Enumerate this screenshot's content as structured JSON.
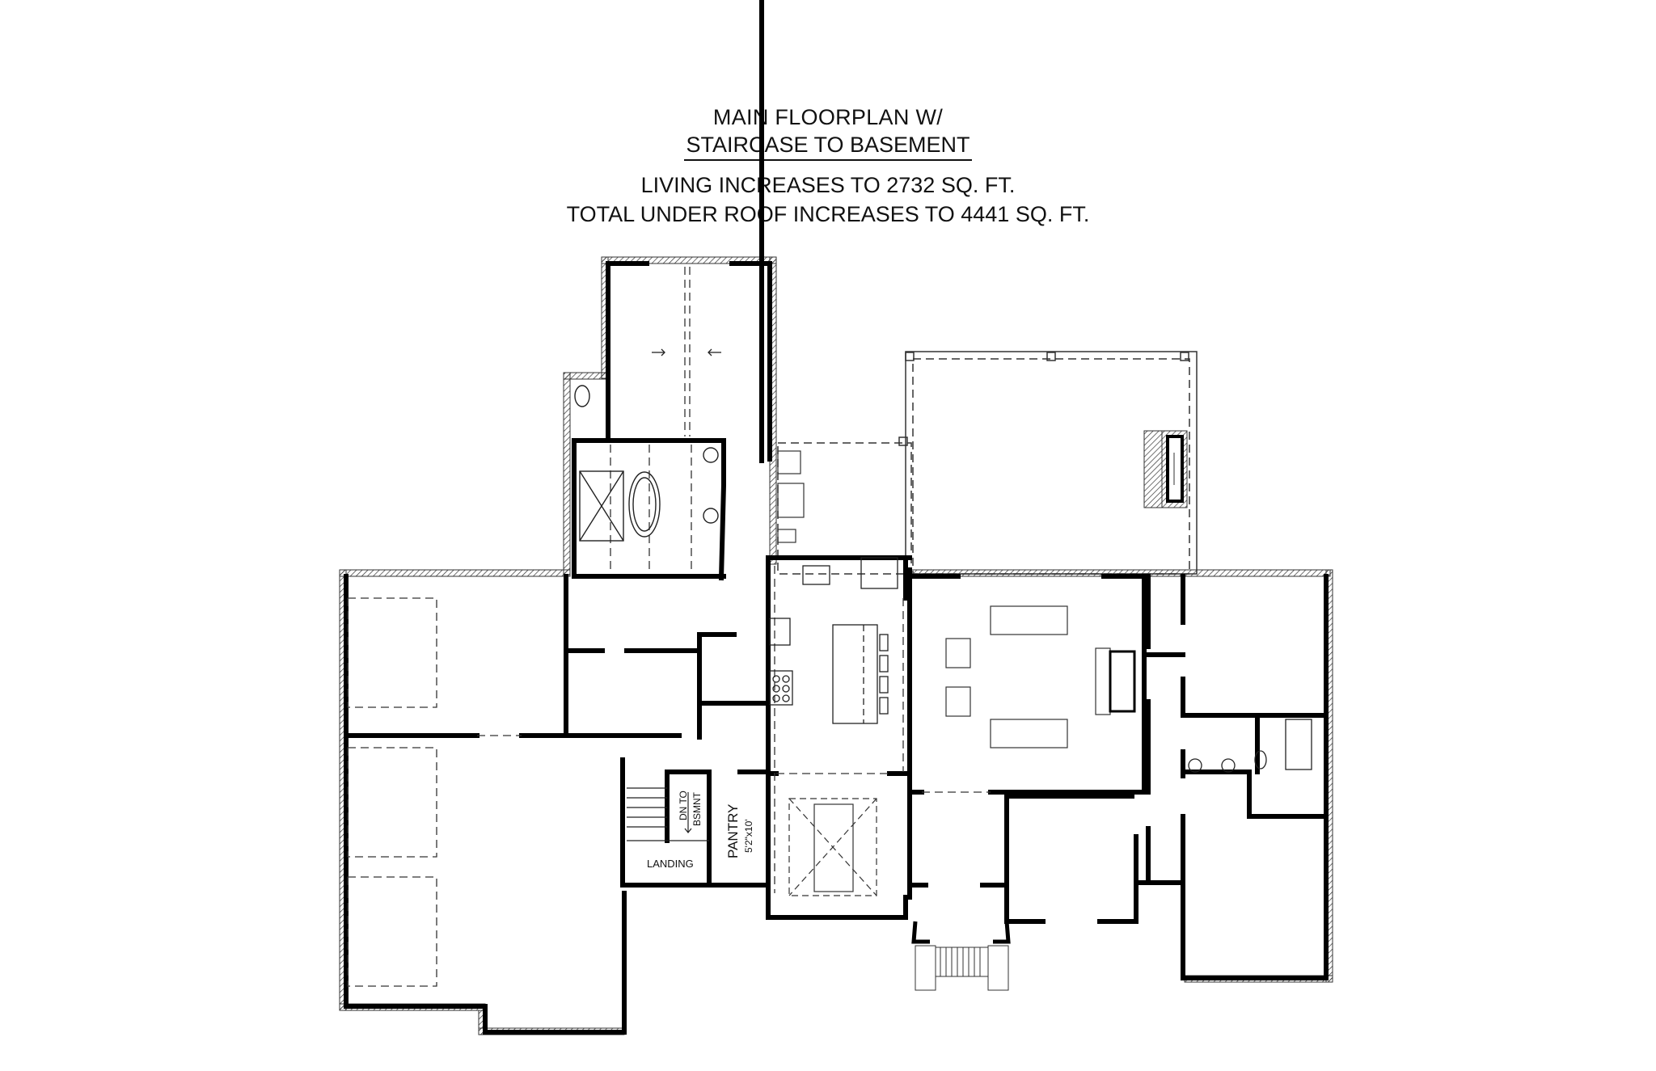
{
  "title": {
    "line1": "MAIN FLOORPLAN W/",
    "line2": "STAIRCASE TO BASEMENT",
    "line3": "LIVING INCREASES TO 2732 SQ. FT.",
    "line4": "TOTAL UNDER ROOF INCREASES TO 4441 SQ. FT."
  },
  "stats": {
    "living_sqft": 2732,
    "total_under_roof_sqft": 4441
  },
  "labels": {
    "stairs_down": "DN TO",
    "stairs_down2": "BSMNT",
    "landing": "LANDING",
    "pantry": "PANTRY",
    "pantry_size": "5'2\"x10'"
  },
  "colors": {
    "wall": "#000000",
    "line": "#222222",
    "background": "#ffffff"
  }
}
